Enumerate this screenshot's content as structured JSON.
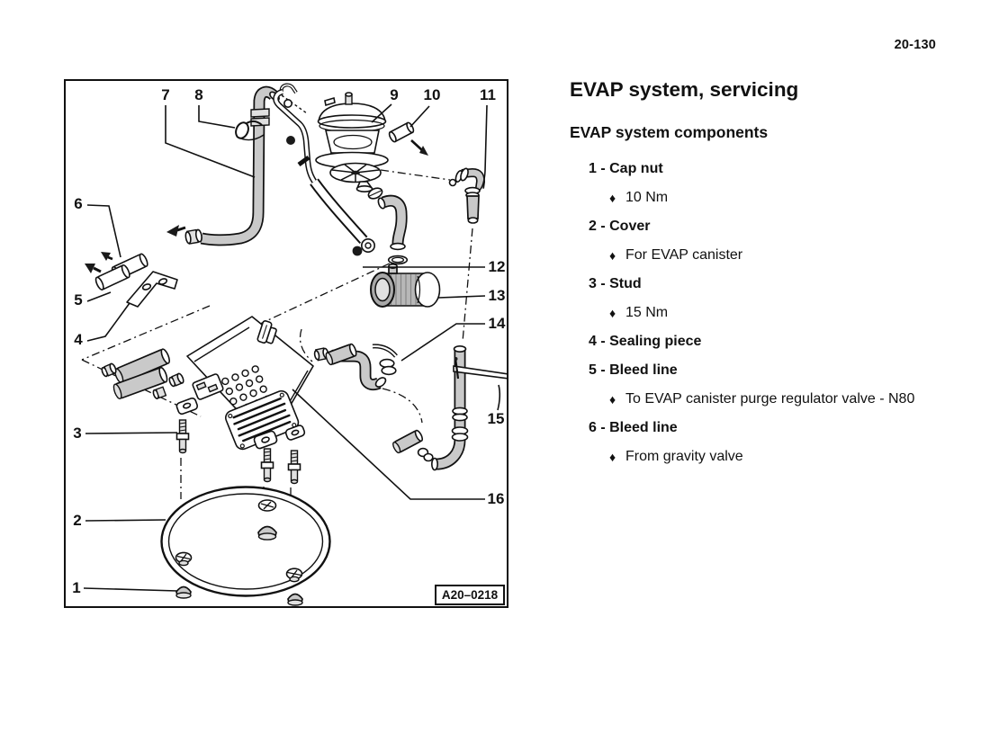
{
  "page": {
    "number": "20-130"
  },
  "article": {
    "title": "EVAP system, servicing",
    "subtitle": "EVAP system components",
    "bullet_glyph": "♦",
    "parts": [
      {
        "label": "1 - Cap nut",
        "notes": [
          "10 Nm"
        ]
      },
      {
        "label": "2 - Cover",
        "notes": [
          "For EVAP canister"
        ]
      },
      {
        "label": "3 - Stud",
        "notes": [
          "15 Nm"
        ]
      },
      {
        "label": "4 - Sealing piece",
        "notes": []
      },
      {
        "label": "5 - Bleed line",
        "notes": [
          "To EVAP canister purge regulator valve - N80"
        ]
      },
      {
        "label": "6 - Bleed line",
        "notes": [
          "From gravity valve"
        ]
      }
    ]
  },
  "figure": {
    "tag": "A20–0218",
    "callouts": [
      "1",
      "2",
      "3",
      "4",
      "5",
      "6",
      "7",
      "8",
      "9",
      "10",
      "11",
      "12",
      "13",
      "14",
      "15",
      "16"
    ]
  },
  "colors": {
    "ink": "#111111",
    "hose_fill": "#c9c9c9",
    "metal_fill": "#e0e0e0",
    "background": "#ffffff"
  }
}
